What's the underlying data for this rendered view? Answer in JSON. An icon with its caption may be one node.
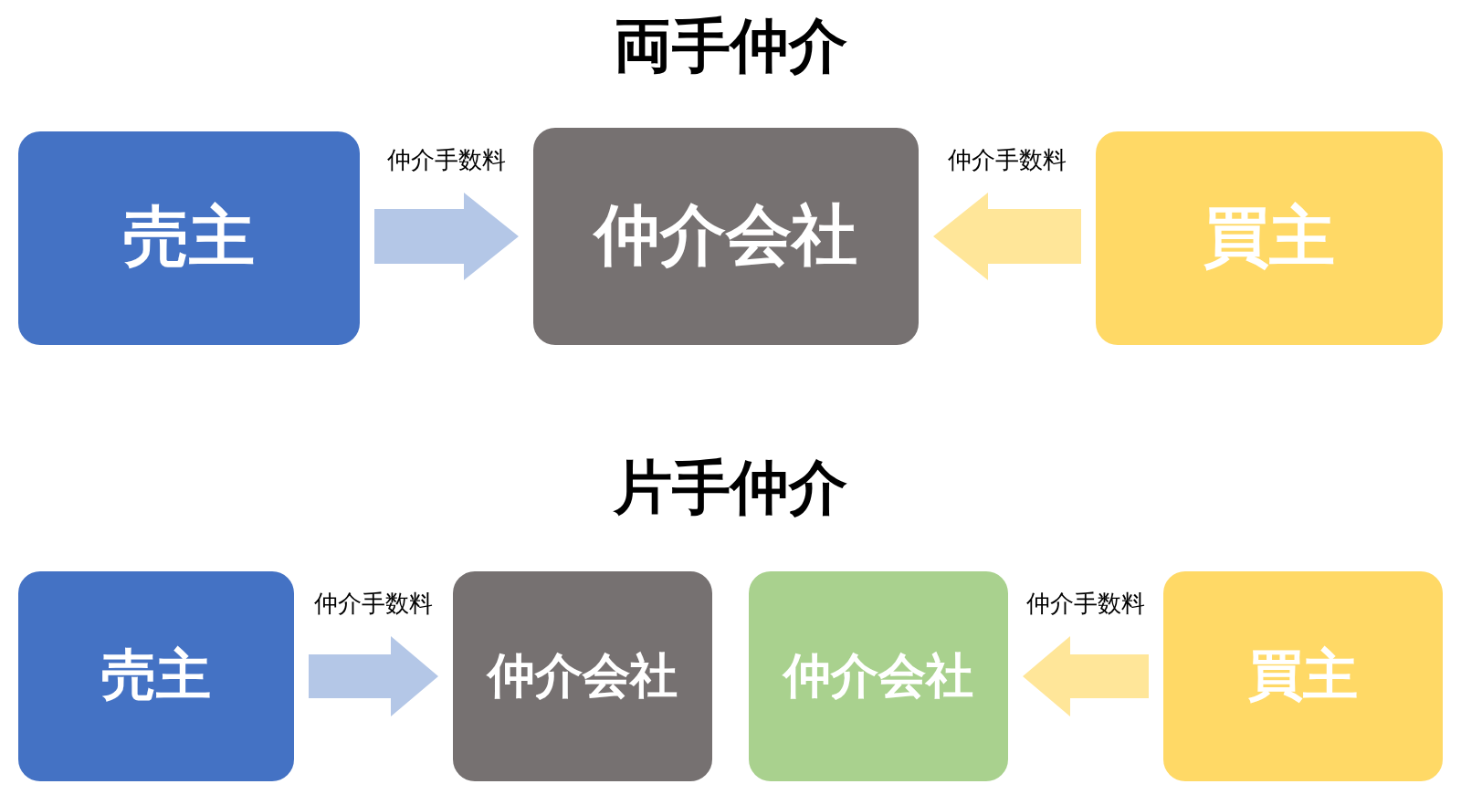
{
  "diagram": {
    "title": "両手仲介",
    "nodes": [
      {
        "text": [
          "売主"
        ]
      },
      {
        "text": [
          "仲介会社"
        ]
      },
      {
        "text": [
          "買主"
        ]
      },
      {
        "text": [
          "売主"
        ]
      },
      {
        "text": [
          "仲介会社"
        ]
      },
      {
        "text": [
          "仲介会社"
        ]
      },
      {
        "text": [
          "買主"
        ]
      }
    ],
    "edges": [
      {
        "from": 0,
        "to": 1,
        "arrow": "to",
        "label": "仲介手数料",
        "color": "#b4c7e7"
      },
      {
        "from": 2,
        "to": 1,
        "arrow": "to",
        "label": "仲介手数料",
        "color": "#ffe699"
      },
      {
        "from": 3,
        "to": 4,
        "arrow": "to",
        "label": "仲介手数料",
        "color": "#b4c7e7"
      },
      {
        "from": 6,
        "to": 5,
        "arrow": "to",
        "label": "仲介手数料",
        "color": "#ffe699"
      }
    ],
    "labels": [
      "片手仲介"
    ]
  }
}
